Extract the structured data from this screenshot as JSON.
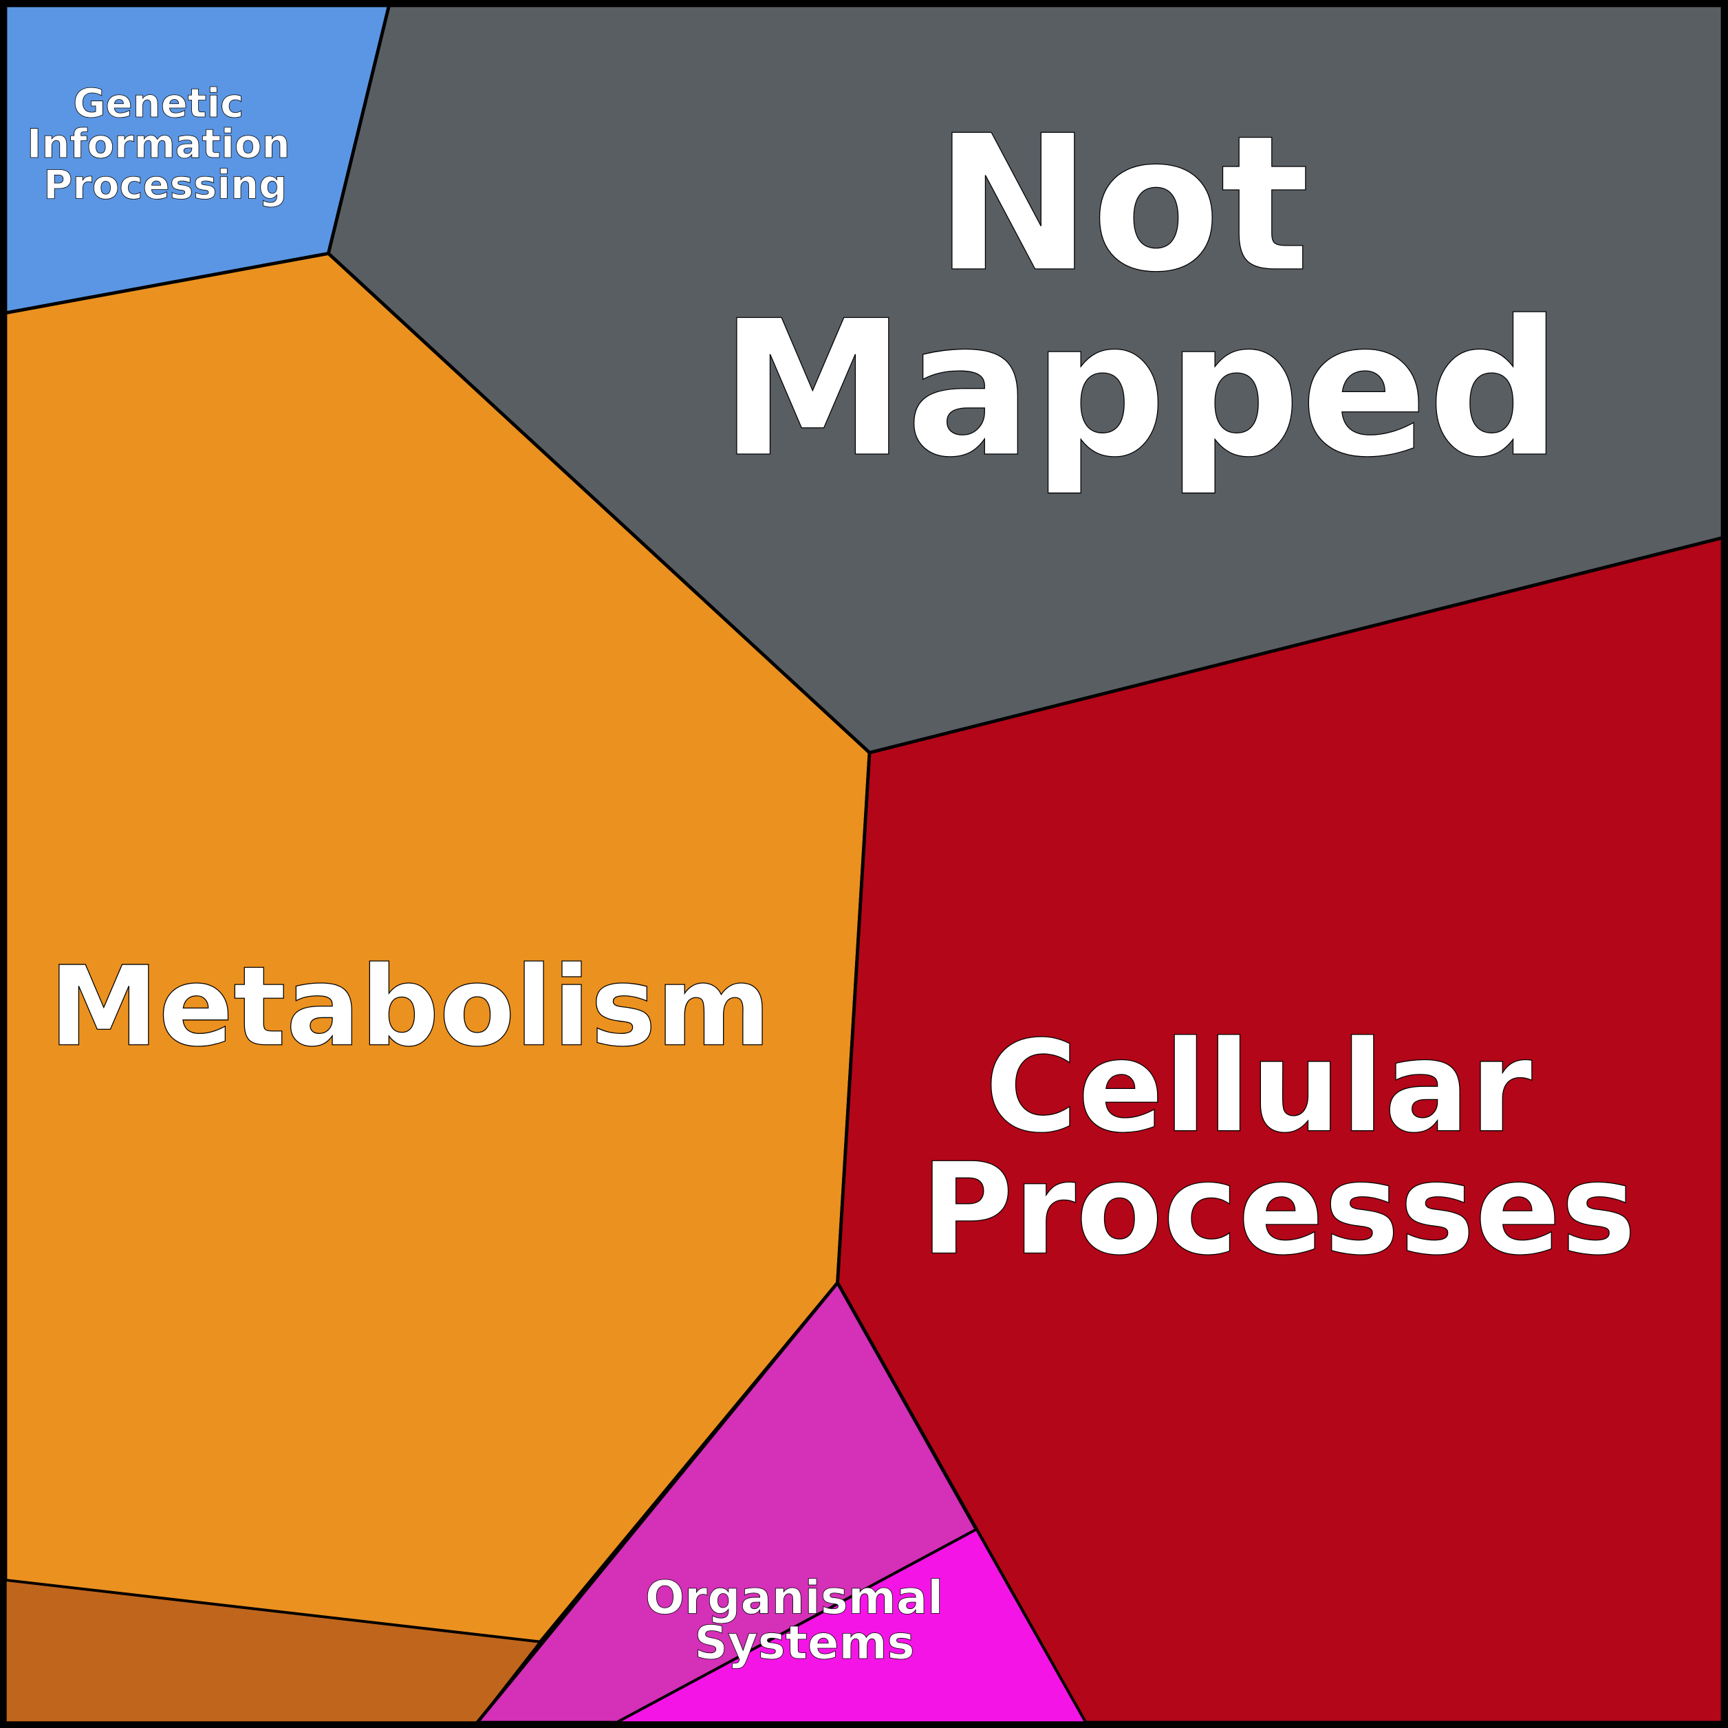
{
  "cells": {
    "genetic": {
      "label_lines": [
        "Genetic",
        "Information",
        "Processing"
      ],
      "color": "#5b96e4"
    },
    "not_mapped": {
      "label_lines": [
        "Not",
        "Mapped"
      ],
      "color": "#595e63"
    },
    "metabolism": {
      "label_lines": [
        "Metabolism"
      ],
      "color": "#eb9120"
    },
    "metabolism_sub": {
      "color": "#c0651c"
    },
    "cellular": {
      "label_lines": [
        "Cellular",
        "Processes"
      ],
      "color": "#b30618"
    },
    "organismal": {
      "label_lines": [
        "Organismal",
        "Systems"
      ],
      "color": "#d430b8"
    },
    "organismal_sub": {
      "color": "#f514e6"
    }
  }
}
